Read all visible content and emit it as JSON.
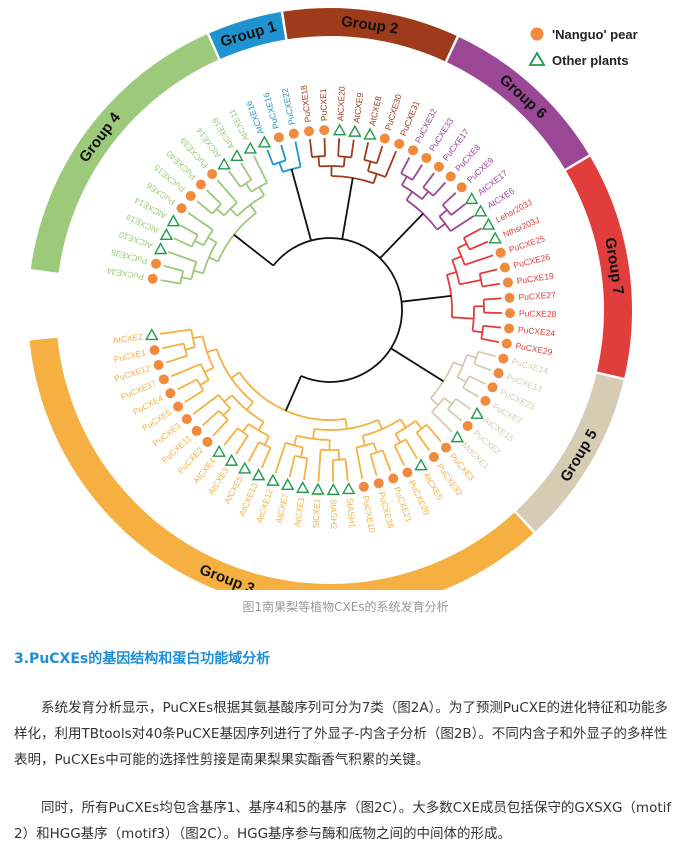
{
  "legend": {
    "nanguo": "'Nanguo' pear",
    "other": "Other plants",
    "nanguo_color": "#f08a3c",
    "other_color": "#1e9a4a"
  },
  "groups": [
    {
      "label": "Group 4",
      "color": "#9cc97a"
    },
    {
      "label": "Group 1",
      "color": "#1f93cf"
    },
    {
      "label": "Group 2",
      "color": "#9e3b1b"
    },
    {
      "label": "Group 6",
      "color": "#9a4795"
    },
    {
      "label": "Group 7",
      "color": "#e13d3d"
    },
    {
      "label": "Group 5",
      "color": "#d6cbb3"
    },
    {
      "label": "Group 3",
      "color": "#f6b042"
    }
  ],
  "leaves": [
    {
      "name": "PuCXE34",
      "t": "n",
      "g": 0
    },
    {
      "name": "PuCXE35",
      "t": "n",
      "g": 0
    },
    {
      "name": "AtCXE10",
      "t": "o",
      "g": 0
    },
    {
      "name": "AtCXE19",
      "t": "o",
      "g": 0
    },
    {
      "name": "AtCXE14",
      "t": "o",
      "g": 0
    },
    {
      "name": "PuCXE6",
      "t": "n",
      "g": 0
    },
    {
      "name": "PuCXE15",
      "t": "n",
      "g": 0
    },
    {
      "name": "PuCXE40",
      "t": "n",
      "g": 0
    },
    {
      "name": "PuCXE39",
      "t": "n",
      "g": 0
    },
    {
      "name": "AtCXE14",
      "t": "o",
      "g": 0
    },
    {
      "name": "AtCXE18",
      "t": "o",
      "g": 0
    },
    {
      "name": "AtCXE11",
      "t": "o",
      "g": 0
    },
    {
      "name": "AtCXE16",
      "t": "o",
      "g": 1
    },
    {
      "name": "PuCXE16",
      "t": "n",
      "g": 1
    },
    {
      "name": "PuCXE22",
      "t": "n",
      "g": 1
    },
    {
      "name": "PuCXE18",
      "t": "n",
      "g": 2
    },
    {
      "name": "PuCXE1",
      "t": "n",
      "g": 2
    },
    {
      "name": "AtCXE20",
      "t": "o",
      "g": 2
    },
    {
      "name": "AtCXE9",
      "t": "o",
      "g": 2
    },
    {
      "name": "AtCXE8",
      "t": "o",
      "g": 2
    },
    {
      "name": "PuCXE30",
      "t": "n",
      "g": 2
    },
    {
      "name": "PuCXE31",
      "t": "n",
      "g": 2
    },
    {
      "name": "PuCXE32",
      "t": "n",
      "g": 3
    },
    {
      "name": "PuCXE33",
      "t": "n",
      "g": 3
    },
    {
      "name": "PuCXE17",
      "t": "n",
      "g": 3
    },
    {
      "name": "PuCXE8",
      "t": "n",
      "g": 3
    },
    {
      "name": "PuCXE9",
      "t": "n",
      "g": 3
    },
    {
      "name": "AtCXE17",
      "t": "o",
      "g": 3
    },
    {
      "name": "AtCXE6",
      "t": "o",
      "g": 3
    },
    {
      "name": "Lehsr203J",
      "t": "o",
      "g": 4
    },
    {
      "name": "Nthsr203J",
      "t": "o",
      "g": 4
    },
    {
      "name": "PuCXE25",
      "t": "n",
      "g": 4
    },
    {
      "name": "PuCXE26",
      "t": "n",
      "g": 4
    },
    {
      "name": "PuCXE19",
      "t": "n",
      "g": 4
    },
    {
      "name": "PuCXE27",
      "t": "n",
      "g": 4
    },
    {
      "name": "PuCXE28",
      "t": "n",
      "g": 4
    },
    {
      "name": "PuCXE24",
      "t": "n",
      "g": 4
    },
    {
      "name": "PuCXE29",
      "t": "n",
      "g": 4
    },
    {
      "name": "PuCXE14",
      "t": "n",
      "g": 5
    },
    {
      "name": "PuCXE13",
      "t": "n",
      "g": 5
    },
    {
      "name": "PuCXE23",
      "t": "n",
      "g": 5
    },
    {
      "name": "PuCXE7",
      "t": "n",
      "g": 5
    },
    {
      "name": "AtCXE15",
      "t": "o",
      "g": 5
    },
    {
      "name": "PuCXE2",
      "t": "n",
      "g": 5
    },
    {
      "name": "MdCXE1",
      "t": "o",
      "g": 5
    },
    {
      "name": "PuCXE3",
      "t": "n",
      "g": 6
    },
    {
      "name": "PuCXE32",
      "t": "n",
      "g": 6
    },
    {
      "name": "AtCXE5",
      "t": "o",
      "g": 6
    },
    {
      "name": "PuCXE20",
      "t": "n",
      "g": 6
    },
    {
      "name": "PuCXE21",
      "t": "n",
      "g": 6
    },
    {
      "name": "PuCXE38",
      "t": "n",
      "g": 6
    },
    {
      "name": "PuCXE10",
      "t": "n",
      "g": 6
    },
    {
      "name": "StASH1",
      "t": "o",
      "g": 6
    },
    {
      "name": "StASH2",
      "t": "o",
      "g": 6
    },
    {
      "name": "SlCXE1",
      "t": "o",
      "g": 6
    },
    {
      "name": "AtCXE1",
      "t": "o",
      "g": 6
    },
    {
      "name": "AtCXE7",
      "t": "o",
      "g": 6
    },
    {
      "name": "AtCXE12",
      "t": "o",
      "g": 6
    },
    {
      "name": "AtCXE13",
      "t": "o",
      "g": 6
    },
    {
      "name": "AtCXE5",
      "t": "o",
      "g": 6
    },
    {
      "name": "AtCXE3",
      "t": "o",
      "g": 6
    },
    {
      "name": "AtCXE4",
      "t": "o",
      "g": 6
    },
    {
      "name": "PuCXE2",
      "t": "n",
      "g": 6
    },
    {
      "name": "PuCXE11",
      "t": "n",
      "g": 6
    },
    {
      "name": "PuCXE3",
      "t": "n",
      "g": 6
    },
    {
      "name": "PuCXE5",
      "t": "n",
      "g": 6
    },
    {
      "name": "PuCXE4",
      "t": "n",
      "g": 6
    },
    {
      "name": "PuCXE37",
      "t": "n",
      "g": 6
    },
    {
      "name": "PuCXE12",
      "t": "n",
      "g": 6
    },
    {
      "name": "PuCXE1",
      "t": "n",
      "g": 6
    },
    {
      "name": "AtCXE2",
      "t": "o",
      "g": 6
    }
  ],
  "caption": "图1南果梨等植物CXEs的系统发育分析",
  "section": {
    "heading": "3.PuCXEs的基因结构和蛋白功能域分析",
    "paragraphs": [
      "系统发育分析显示，PuCXEs根据其氨基酸序列可分为7类（图2A）。为了预测PuCXE的进化特征和功能多样化，利用TBtools对40条PuCXE基因序列进行了外显子-内含子分析（图2B）。不同内含子和外显子的多样性表明，PuCXEs中可能的选择性剪接是南果梨果实酯香气积累的关键。",
      "同时，所有PuCXEs均包含基序1、基序4和5的基序（图2C）。大多数CXE成员包括保守的GXSXG（motif 2）和HGG基序（motif3）（图2C）。HGG基序参与酶和底物之间的中间体的形成。"
    ]
  }
}
